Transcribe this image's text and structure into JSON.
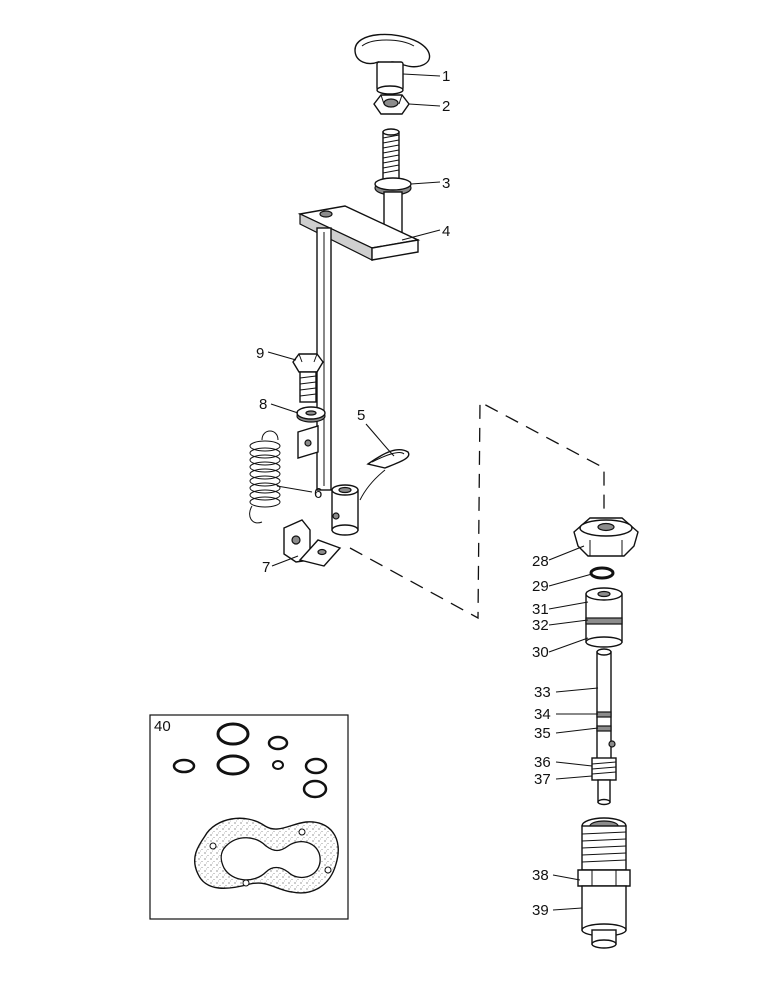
{
  "figure": {
    "callouts": [
      {
        "id": "c1",
        "text": "1"
      },
      {
        "id": "c2",
        "text": "2"
      },
      {
        "id": "c3",
        "text": "3"
      },
      {
        "id": "c4",
        "text": "4"
      },
      {
        "id": "c5",
        "text": "5"
      },
      {
        "id": "c6",
        "text": "6"
      },
      {
        "id": "c7",
        "text": "7"
      },
      {
        "id": "c8",
        "text": "8"
      },
      {
        "id": "c9",
        "text": "9"
      },
      {
        "id": "c28",
        "text": "28"
      },
      {
        "id": "c29",
        "text": "29"
      },
      {
        "id": "c30",
        "text": "30"
      },
      {
        "id": "c31",
        "text": "31"
      },
      {
        "id": "c32",
        "text": "32"
      },
      {
        "id": "c33",
        "text": "33"
      },
      {
        "id": "c34",
        "text": "34"
      },
      {
        "id": "c35",
        "text": "35"
      },
      {
        "id": "c36",
        "text": "36"
      },
      {
        "id": "c37",
        "text": "37"
      },
      {
        "id": "c38",
        "text": "38"
      },
      {
        "id": "c39",
        "text": "39"
      },
      {
        "id": "c40",
        "text": "40"
      }
    ]
  }
}
